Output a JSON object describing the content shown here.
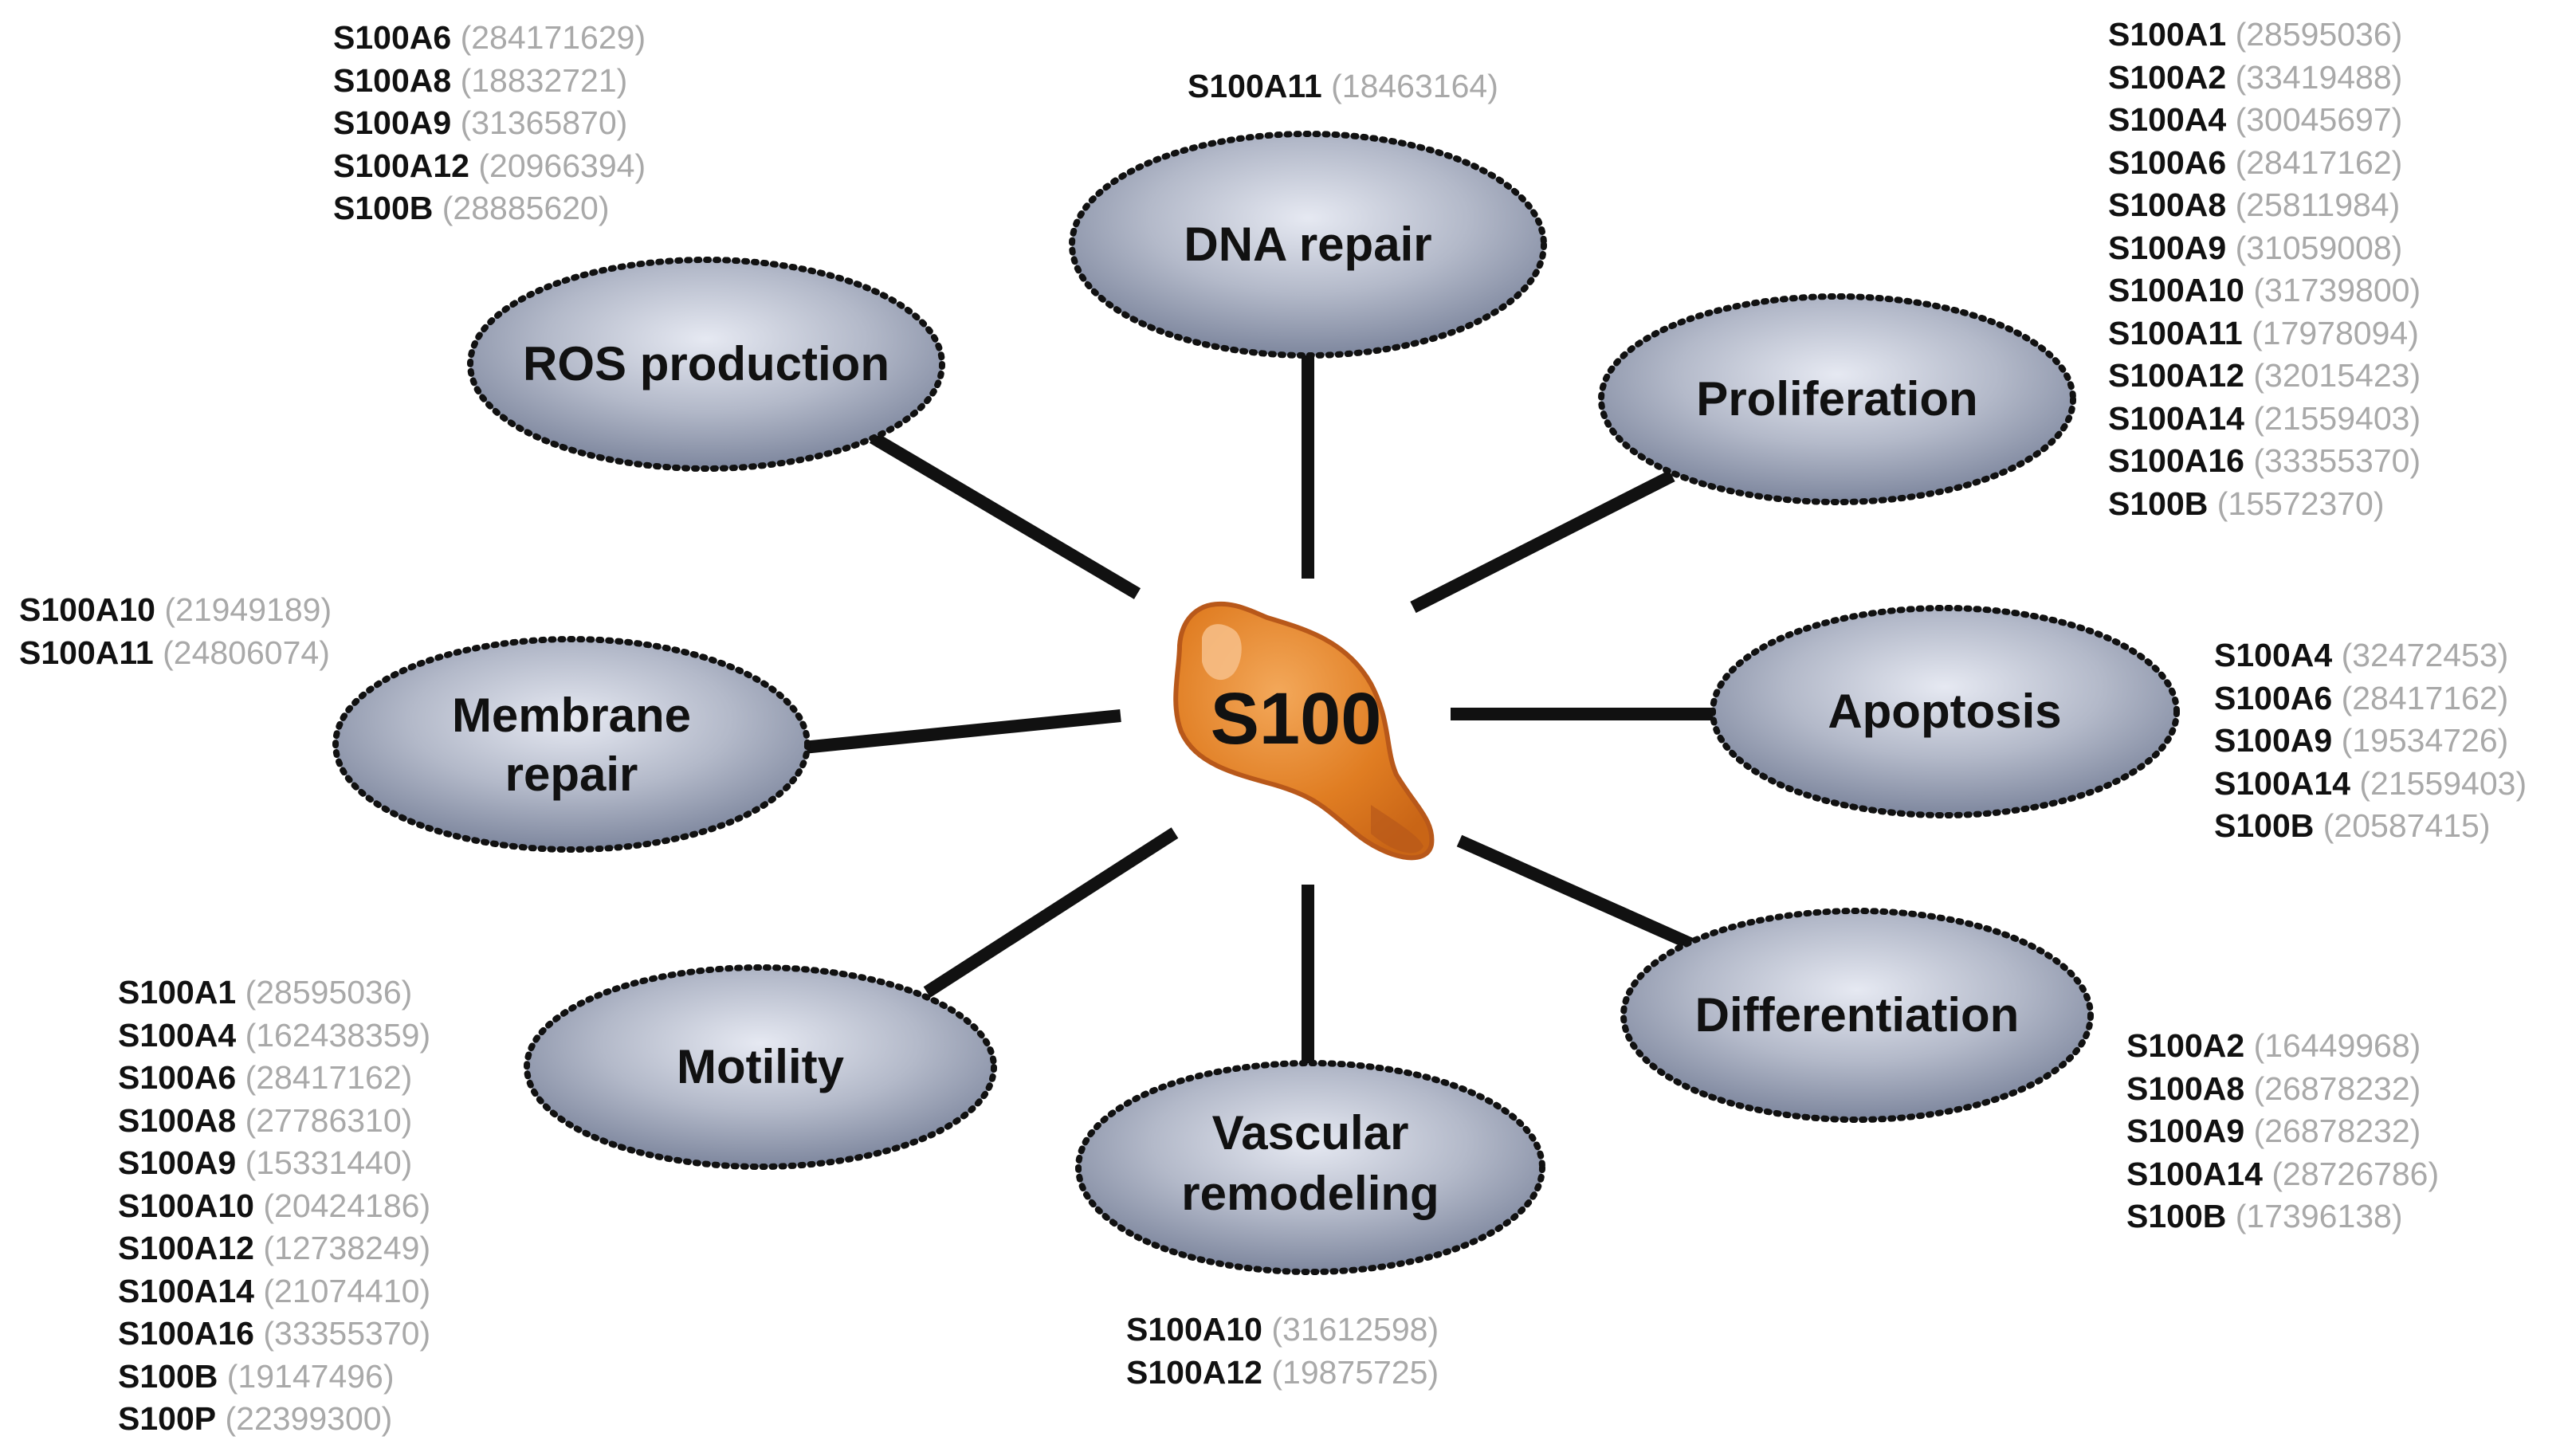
{
  "center": {
    "label": "S100"
  },
  "nodes": [
    {
      "id": "dna-repair",
      "lines": [
        "DNA repair"
      ]
    },
    {
      "id": "ros-production",
      "lines": [
        "ROS production"
      ]
    },
    {
      "id": "proliferation",
      "lines": [
        "Proliferation"
      ]
    },
    {
      "id": "membrane-repair",
      "lines": [
        "Membrane",
        "repair"
      ]
    },
    {
      "id": "apoptosis",
      "lines": [
        "Apoptosis"
      ]
    },
    {
      "id": "motility",
      "lines": [
        "Motility"
      ]
    },
    {
      "id": "differentiation",
      "lines": [
        "Differentiation"
      ]
    },
    {
      "id": "vascular-remodeling",
      "lines": [
        "Vascular",
        "remodeling"
      ]
    }
  ],
  "gene_lists": {
    "dna_repair": [
      {
        "gene": "S100A11",
        "ref": "(18463164)"
      }
    ],
    "ros_production": [
      {
        "gene": "S100A6",
        "ref": "(284171629)"
      },
      {
        "gene": "S100A8",
        "ref": "(18832721)"
      },
      {
        "gene": "S100A9",
        "ref": "(31365870)"
      },
      {
        "gene": "S100A12",
        "ref": "(20966394)"
      },
      {
        "gene": "S100B",
        "ref": "(28885620)"
      }
    ],
    "proliferation": [
      {
        "gene": "S100A1",
        "ref": "(28595036)"
      },
      {
        "gene": "S100A2",
        "ref": "(33419488)"
      },
      {
        "gene": "S100A4",
        "ref": "(30045697)"
      },
      {
        "gene": "S100A6",
        "ref": "(28417162)"
      },
      {
        "gene": "S100A8",
        "ref": "(25811984)"
      },
      {
        "gene": "S100A9",
        "ref": "(31059008)"
      },
      {
        "gene": "S100A10",
        "ref": "(31739800)"
      },
      {
        "gene": "S100A11",
        "ref": "(17978094)"
      },
      {
        "gene": "S100A12",
        "ref": "(32015423)"
      },
      {
        "gene": "S100A14",
        "ref": "(21559403)"
      },
      {
        "gene": "S100A16",
        "ref": "(33355370)"
      },
      {
        "gene": "S100B",
        "ref": "(15572370)"
      }
    ],
    "membrane_repair": [
      {
        "gene": "S100A10",
        "ref": "(21949189)"
      },
      {
        "gene": "S100A11",
        "ref": "(24806074)"
      }
    ],
    "apoptosis": [
      {
        "gene": "S100A4",
        "ref": "(32472453)"
      },
      {
        "gene": "S100A6",
        "ref": "(28417162)"
      },
      {
        "gene": "S100A9",
        "ref": "(19534726)"
      },
      {
        "gene": "S100A14",
        "ref": "(21559403)"
      },
      {
        "gene": "S100B",
        "ref": "(20587415)"
      }
    ],
    "motility": [
      {
        "gene": "S100A1",
        "ref": "(28595036)"
      },
      {
        "gene": "S100A4",
        "ref": "(162438359)"
      },
      {
        "gene": "S100A6",
        "ref": "(28417162)"
      },
      {
        "gene": "S100A8",
        "ref": "(27786310)"
      },
      {
        "gene": "S100A9",
        "ref": "(15331440)"
      },
      {
        "gene": "S100A10",
        "ref": "(20424186)"
      },
      {
        "gene": "S100A12",
        "ref": "(12738249)"
      },
      {
        "gene": "S100A14",
        "ref": "(21074410)"
      },
      {
        "gene": "S100A16",
        "ref": "(33355370)"
      },
      {
        "gene": "S100B",
        "ref": "(19147496)"
      },
      {
        "gene": "S100P",
        "ref": "(22399300)"
      }
    ],
    "differentiation": [
      {
        "gene": "S100A2",
        "ref": "(16449968)"
      },
      {
        "gene": "S100A8",
        "ref": "(26878232)"
      },
      {
        "gene": "S100A9",
        "ref": "(26878232)"
      },
      {
        "gene": "S100A14",
        "ref": "(28726786)"
      },
      {
        "gene": "S100B",
        "ref": "(17396138)"
      }
    ],
    "vascular_remodeling": [
      {
        "gene": "S100A10",
        "ref": "(31612598)"
      },
      {
        "gene": "S100A12",
        "ref": "(19875725)"
      }
    ]
  },
  "colors": {
    "node_fill_light": "#e6e9f2",
    "node_fill_dark": "#7e879e",
    "node_stroke": "#111111",
    "connector": "#111111",
    "center_fill": "#e07d22",
    "center_highlight": "#f7c089",
    "center_shadow": "#b8581a",
    "gene_text": "#111111",
    "ref_text": "#a9a9a9"
  }
}
